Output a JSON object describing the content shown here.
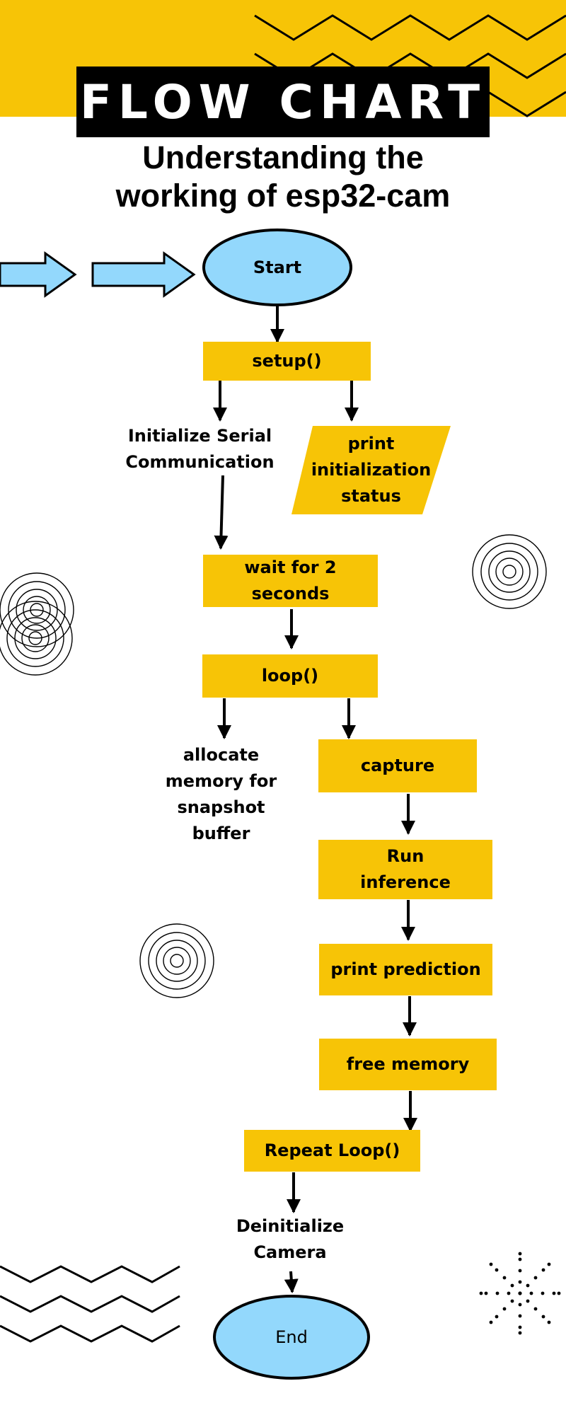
{
  "header": {
    "title": "FLOW CHART",
    "subtitle_line1": "Understanding the",
    "subtitle_line2": "working of esp32-cam"
  },
  "colors": {
    "yellow": "#f7c406",
    "light_blue": "#93d8fc",
    "black": "#000000",
    "white": "#ffffff"
  },
  "nodes": {
    "start": "Start",
    "setup": "setup()",
    "init_serial_1": "Initialize Serial",
    "init_serial_2": "Communication",
    "print_init_1": "print",
    "print_init_2": "initialization",
    "print_init_3": "status",
    "wait": "wait for 2 seconds",
    "loop": "loop()",
    "allocate_1": "allocate",
    "allocate_2": "memory for",
    "allocate_3": "snapshot",
    "allocate_4": "buffer",
    "capture": "capture",
    "run_1": "Run",
    "run_2": "inference",
    "print_prediction": "print prediction",
    "free_memory": "free memory",
    "repeat_loop": "Repeat Loop()",
    "deinit_1": "Deinitialize",
    "deinit_2": "Camera",
    "end": "End"
  },
  "decorations": [
    "zigzag-pattern",
    "arrow-shape",
    "concentric-circles",
    "dotted-starburst"
  ]
}
